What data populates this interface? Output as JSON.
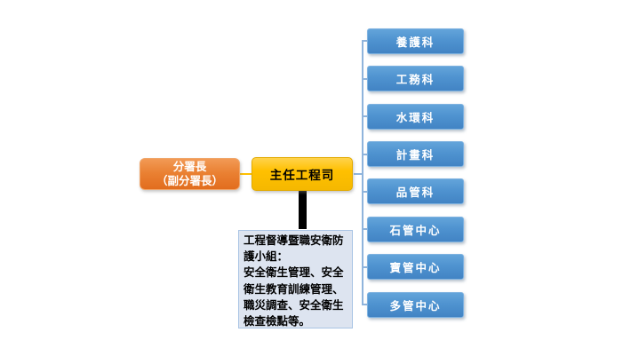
{
  "diagram": {
    "title": "organization-chart",
    "leader_box": {
      "label": "分署長\n（副分署長）"
    },
    "chief_box": {
      "label": "主任工程司"
    },
    "departments": [
      {
        "label": "養護科"
      },
      {
        "label": "工務科"
      },
      {
        "label": "水環科"
      },
      {
        "label": "計畫科"
      },
      {
        "label": "品管科"
      },
      {
        "label": "石管中心"
      },
      {
        "label": "寶管中心"
      },
      {
        "label": "多管中心"
      }
    ],
    "note_box": {
      "text": "工程督導暨職安衛防護小組：\n安全衛生管理、安全衛生教育訓練管理、職災調查、安全衛生檢查檢點等。"
    },
    "colors": {
      "leader_orange": "#e8761f",
      "chief_gold": "#ffc000",
      "dept_blue": "#4f93d0",
      "connector_blue": "#8fb4dc",
      "connector_gold": "#ffc000",
      "note_fill": "#dde4f0",
      "note_border": "#a9c4e4",
      "drop_line_black": "#000000"
    }
  }
}
